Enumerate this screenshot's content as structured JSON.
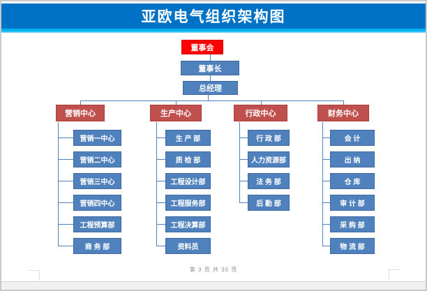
{
  "title": "亚欧电气组织架构图",
  "chart": {
    "root": "董事会",
    "level2": "董事长",
    "level3": "总经理",
    "branches": [
      {
        "name": "营销中心",
        "children": [
          "营销一中心",
          "营销二中心",
          "营销三中心",
          "营销四中心",
          "工程预算部",
          "商 务 部"
        ]
      },
      {
        "name": "生产中心",
        "children": [
          "生 产 部",
          "质 检 部",
          "工程设计部",
          "工程服务部",
          "工程决算部",
          "资料员"
        ]
      },
      {
        "name": "行政中心",
        "children": [
          "行 政 部",
          "人力资源部",
          "法 务 部",
          "后 勤 部"
        ]
      },
      {
        "name": "财务中心",
        "children": [
          "会 计",
          "出 纳",
          "仓 库",
          "审 计 部",
          "采 购 部",
          "物 流 部"
        ]
      }
    ]
  },
  "footer": {
    "page_text": "第 3 页 共 30 页"
  },
  "colors": {
    "banner_blue": "#0072c6",
    "banner_stripe": "#00b0f0",
    "root_red": "#fe0000",
    "center_red": "#c0504d",
    "node_blue": "#4f81bd",
    "connector_blue": "#4f81bd"
  }
}
